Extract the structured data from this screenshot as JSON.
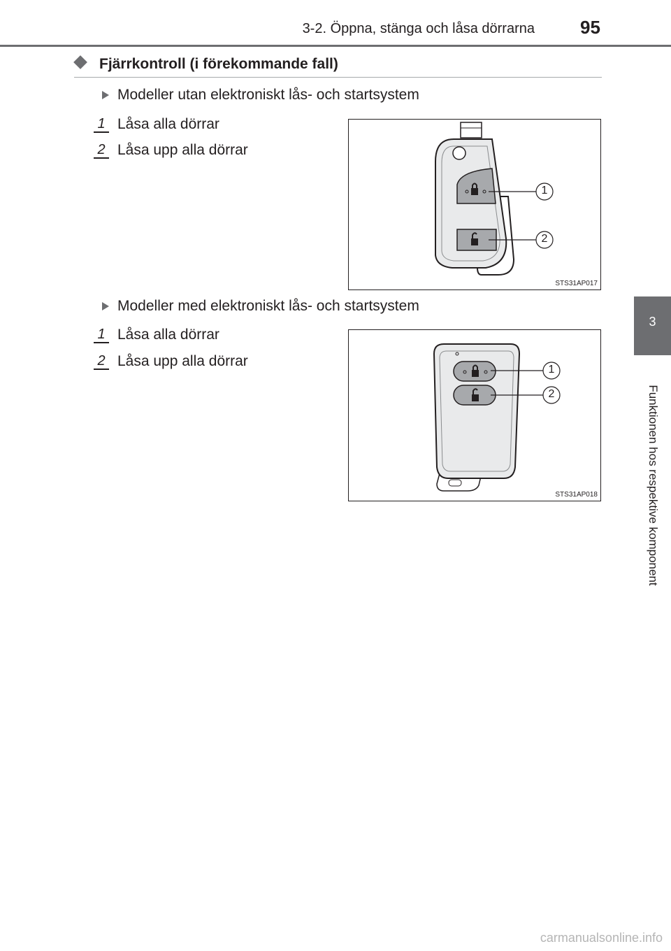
{
  "header": {
    "title": "3-2. Öppna, stänga och låsa dörrarna",
    "page_number": "95"
  },
  "side_tab": {
    "number": "3",
    "label": "Funktionen hos respektive komponent"
  },
  "section": {
    "icon": "diamond-icon",
    "title": "Fjärrkontroll (i förekommande fall)"
  },
  "models": [
    {
      "heading": "Modeller utan elektroniskt lås- och startsystem",
      "items": [
        {
          "num": "1",
          "text": "Låsa alla dörrar"
        },
        {
          "num": "2",
          "text": "Låsa upp alla dörrar"
        }
      ],
      "figure": {
        "code": "STS31AP017",
        "callouts": [
          "1",
          "2"
        ]
      }
    },
    {
      "heading": "Modeller med elektroniskt lås- och startsystem",
      "items": [
        {
          "num": "1",
          "text": "Låsa alla dörrar"
        },
        {
          "num": "2",
          "text": "Låsa upp alla dörrar"
        }
      ],
      "figure": {
        "code": "STS31AP018",
        "callouts": [
          "1",
          "2"
        ]
      }
    }
  ],
  "footer": {
    "watermark": "carmanualsonline.info"
  }
}
